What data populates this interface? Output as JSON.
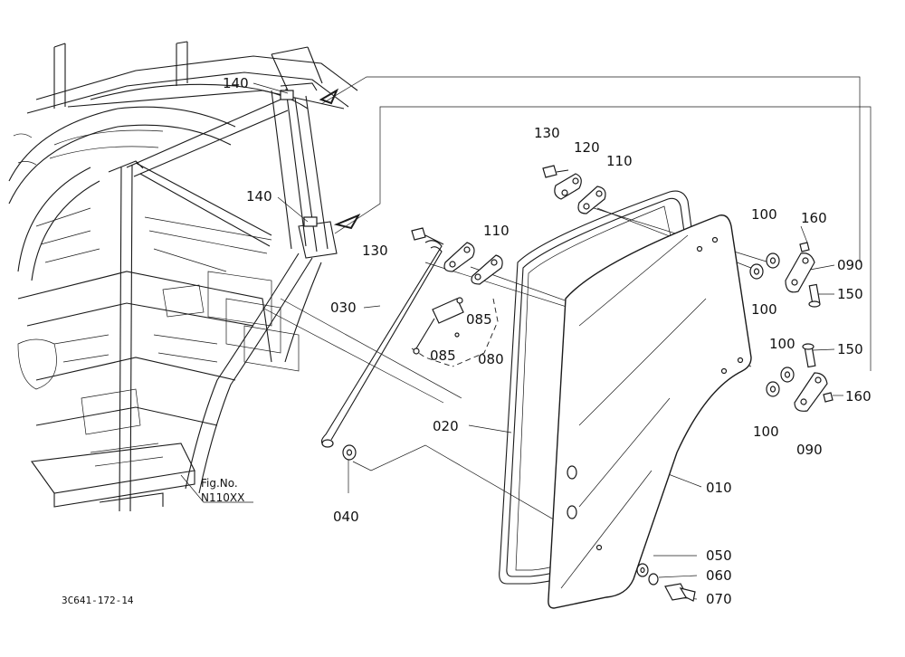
{
  "labels": {
    "p140a": "140",
    "p140b": "140",
    "p130a": "130",
    "p120": "120",
    "p110a": "110",
    "p130b": "130",
    "p110b": "110",
    "p030": "030",
    "p085a": "085",
    "p085b": "085",
    "p080": "080",
    "p020": "020",
    "p040": "040",
    "p100a": "100",
    "p160a": "160",
    "p090a": "090",
    "p150a": "150",
    "p100b": "100",
    "p100c": "100",
    "p150b": "150",
    "p100d": "100",
    "p160b": "160",
    "p090b": "090",
    "p010": "010",
    "p050": "050",
    "p060": "060",
    "p070": "070"
  },
  "figure": {
    "fig_label": "Fig.No.",
    "fig_number": "N110XX",
    "drawing_code": "3C641-172-14"
  }
}
